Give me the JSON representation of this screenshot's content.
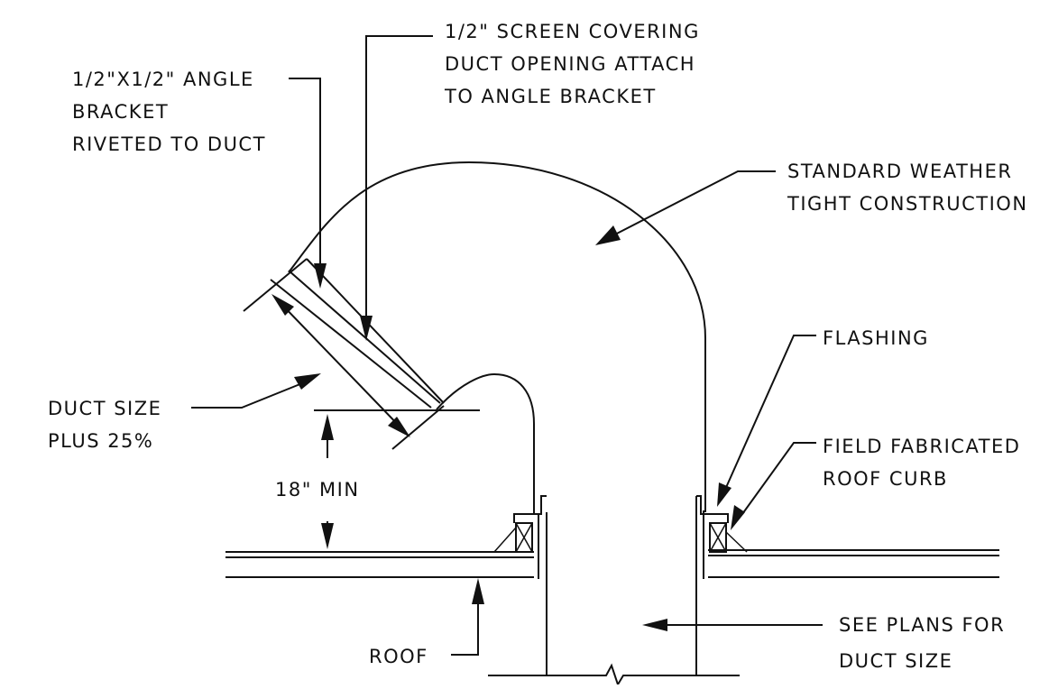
{
  "labels": {
    "screen": [
      "1/2\" SCREEN COVERING",
      "DUCT OPENING ATTACH",
      "TO ANGLE BRACKET"
    ],
    "angle": [
      "1/2\"X1/2\" ANGLE",
      "BRACKET",
      "RIVETED TO DUCT"
    ],
    "weather": [
      "STANDARD WEATHER",
      "TIGHT CONSTRUCTION"
    ],
    "flashing": "FLASHING",
    "curb": [
      "FIELD FABRICATED",
      "ROOF CURB"
    ],
    "duct_size": [
      "DUCT SIZE",
      "PLUS 25%"
    ],
    "min": "18\" MIN",
    "roof": "ROOF",
    "see_plans": [
      "SEE PLANS FOR",
      "DUCT SIZE"
    ]
  },
  "colors": {
    "line": "#111111",
    "background": "#ffffff"
  }
}
